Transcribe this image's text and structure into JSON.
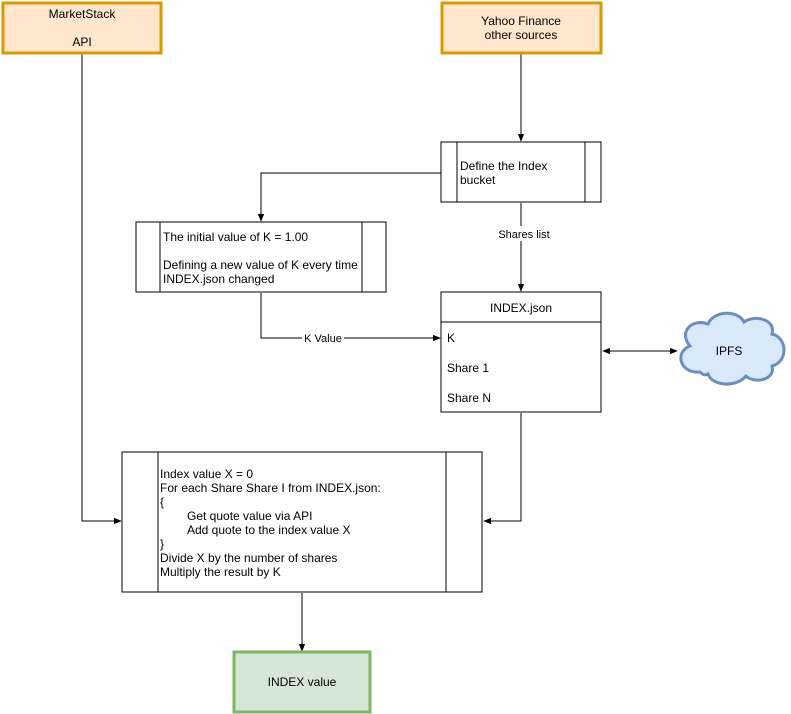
{
  "nodes": {
    "marketstack": {
      "line1": "MarketStack",
      "line2": "API"
    },
    "yahoo": {
      "line1": "Yahoo Finance",
      "line2": "other sources"
    },
    "define_bucket": {
      "line1": "Define the Index",
      "line2": "bucket"
    },
    "k_init": {
      "line1": "The initial value of K = 1.00",
      "line2": "Defining a new value of K every time",
      "line3": "INDEX.json changed"
    },
    "index_json": {
      "title": "INDEX.json",
      "rows": [
        "K",
        "Share 1",
        "Share N"
      ]
    },
    "ipfs": {
      "label": "IPFS"
    },
    "calc": {
      "lines": [
        "Index value X = 0",
        "For each Share Share I from INDEX.json:",
        "{",
        "Get quote value via API",
        "Add quote to the index value X",
        "}",
        "Divide X by the number of shares",
        "Multiply the result by K"
      ]
    },
    "index_value": {
      "label": "INDEX value"
    }
  },
  "edges": {
    "shares_list": "Shares list",
    "k_value": "K Value"
  },
  "colors": {
    "source_fill": "#ffe6cc",
    "source_stroke": "#d79b00",
    "output_fill": "#d5e8d4",
    "output_stroke": "#82b366",
    "cloud_fill": "#dae8fc",
    "cloud_stroke": "#6c8ebf",
    "line": "#000000"
  }
}
